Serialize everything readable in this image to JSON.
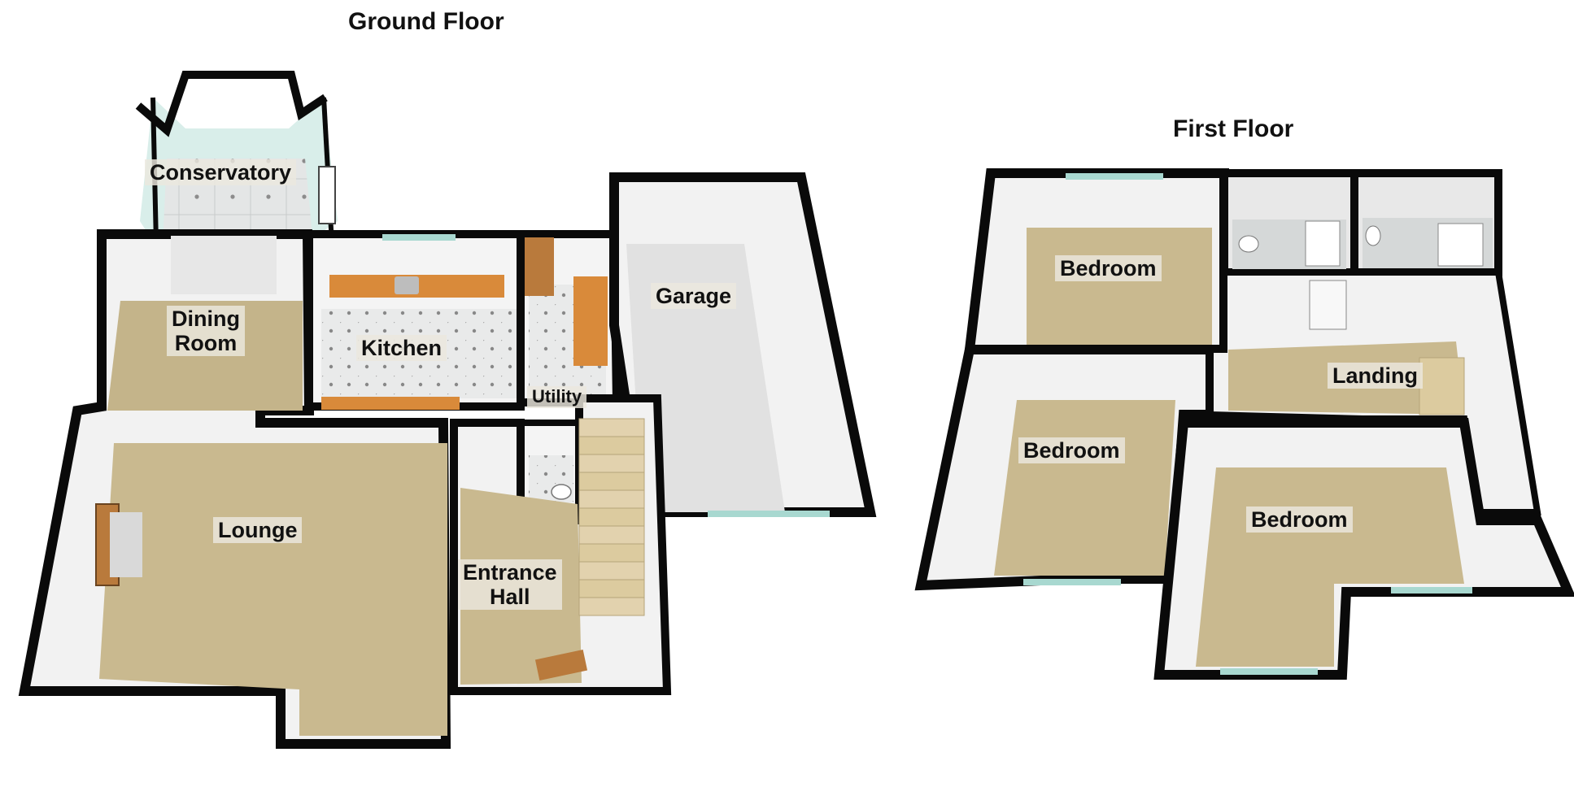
{
  "floors": {
    "ground": {
      "title": "Ground Floor",
      "rooms": {
        "conservatory": "Conservatory",
        "dining_room": "Dining\nRoom",
        "kitchen": "Kitchen",
        "utility": "Utility",
        "garage": "Garage",
        "lounge": "Lounge",
        "entrance_hall": "Entrance\nHall"
      }
    },
    "first": {
      "title": "First Floor",
      "rooms": {
        "bedroom_1": "Bedroom",
        "bedroom_2": "Bedroom",
        "bedroom_3": "Bedroom",
        "landing": "Landing"
      }
    }
  },
  "colors": {
    "wall": "#0a0a0a",
    "carpet": "#c9b98f",
    "tile_floor": "#e4e6e6",
    "worktop": "#d98a3a",
    "door": "#b97a3c",
    "window_glass": "#a8d8d0",
    "wall_face": "#f2f2f2"
  }
}
